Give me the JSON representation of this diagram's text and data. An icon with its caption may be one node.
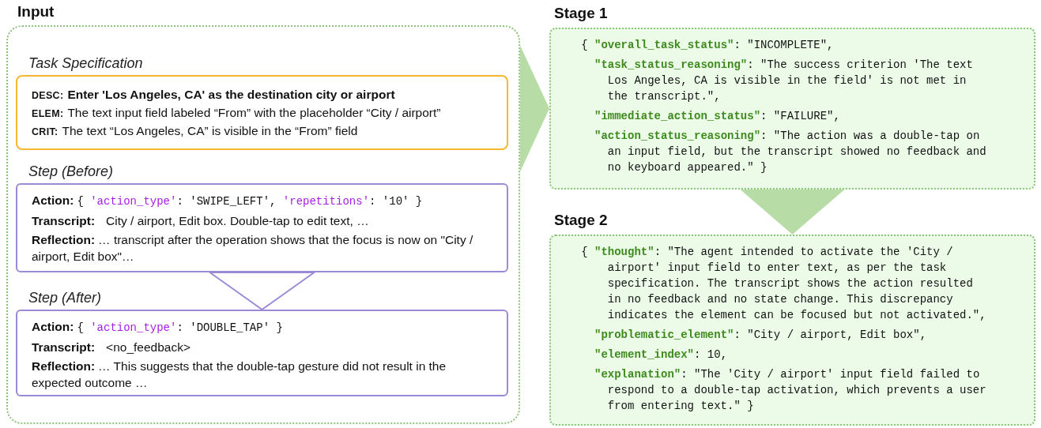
{
  "diagram": {
    "nodes": [
      {
        "text": [
          "Input"
        ]
      },
      {
        "text": [
          "Task Specification",
          "DESC:",
          "Enter 'Los Angeles, CA' as the destination city or airport",
          "ELEM:",
          "The text input field labeled “From” with the placeholder “City / airport”",
          "CRIT:",
          "The text “Los Angeles, CA” is visible in the “From” field"
        ],
        "in": 0
      },
      {
        "text": [
          "Step (Before)",
          "Action:",
          "{ 'action_type': 'SWIPE_LEFT', 'repetitions': '10' }",
          "Transcript:",
          "City / airport, Edit box. Double-tap to edit text, …",
          "Reflection:",
          "… transcript after the operation shows that the focus is now on \"City / airport, Edit box\"…"
        ],
        "in": 0
      },
      {
        "text": [
          "Step (After)",
          "Action:",
          "{ 'action_type': 'DOUBLE_TAP' }",
          "Transcript:",
          "<no_feedback>",
          "Reflection:",
          "… This suggests that the double-tap gesture did not result in the expected outcome …"
        ],
        "in": 0
      },
      {
        "text": [
          "Stage 1",
          "{ \"overall_task_status\": \"INCOMPLETE\",",
          "\"task_status_reasoning\": \"The success criterion 'The text Los Angeles, CA is visible in the field' is not met in the transcript.\",",
          "\"immediate_action_status\": \"FAILURE\",",
          "\"action_status_reasoning\": \"The action was a double-tap on an input field, but the transcript showed no feedback and no keyboard appeared.\" }"
        ]
      },
      {
        "text": [
          "Stage 2",
          "{ \"thought\": \"The agent intended to activate the 'City / airport' input field to enter text, as per the task specification. The transcript shows the action resulted in no feedback and no state change. This discrepancy indicates the element can be focused but not activated.\",",
          "\"problematic_element\": \"City / airport, Edit box\",",
          "\"element_index\": 10,",
          "\"explanation\": \"The 'City / airport' input field failed to respond to a double-tap activation, which prevents a user from entering text.\" }"
        ]
      }
    ],
    "edges": [
      {
        "from": 2,
        "to": 3,
        "arrow": "to",
        "color": "#9b8ad6"
      },
      {
        "from": 0,
        "to": 4,
        "arrow": "to"
      },
      {
        "from": 4,
        "to": 5,
        "arrow": "to"
      }
    ]
  }
}
